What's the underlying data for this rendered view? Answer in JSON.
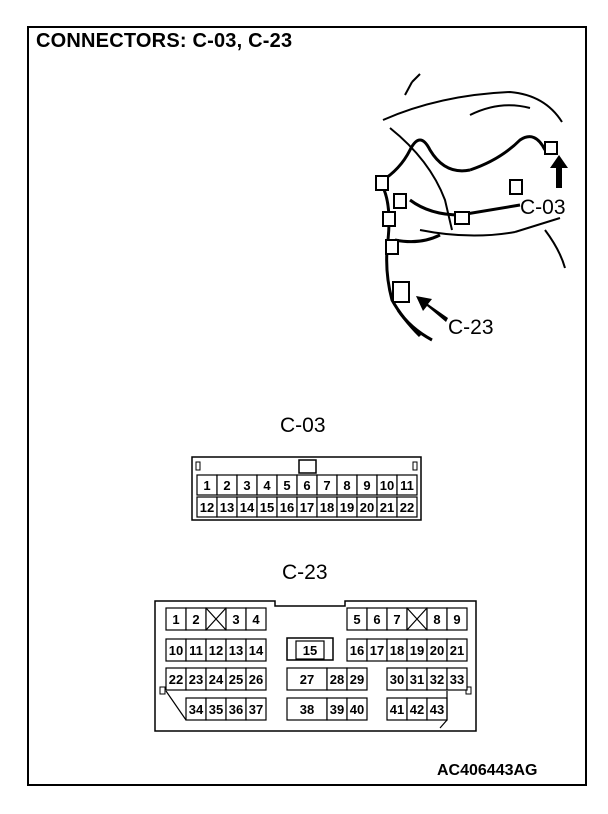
{
  "title": "CONNECTORS: C-03, C-23",
  "figure_code": "AC406443AG",
  "illustration": {
    "callout_c03": "C-03",
    "callout_c23": "C-23"
  },
  "c03": {
    "label": "C-03",
    "row1": [
      "1",
      "2",
      "3",
      "4",
      "5",
      "6",
      "7",
      "8",
      "9",
      "10",
      "11"
    ],
    "row2": [
      "12",
      "13",
      "14",
      "15",
      "16",
      "17",
      "18",
      "19",
      "20",
      "21",
      "22"
    ]
  },
  "c23": {
    "label": "C-23",
    "left_block": {
      "row1": [
        "1",
        "2",
        "3",
        "4"
      ],
      "row2": [
        "10",
        "11",
        "12",
        "13",
        "14"
      ],
      "row3": [
        "22",
        "23",
        "24",
        "25",
        "26"
      ],
      "row4": [
        "34",
        "35",
        "36",
        "37"
      ]
    },
    "center_block": {
      "row2": [
        "15"
      ],
      "row3": [
        "27",
        "28",
        "29"
      ],
      "row4": [
        "38",
        "39",
        "40"
      ]
    },
    "right_block": {
      "row1": [
        "5",
        "6",
        "7",
        "8",
        "9"
      ],
      "row2": [
        "16",
        "17",
        "18",
        "19",
        "20",
        "21"
      ],
      "row3": [
        "30",
        "31",
        "32",
        "33"
      ],
      "row4": [
        "41",
        "42",
        "43"
      ]
    }
  }
}
